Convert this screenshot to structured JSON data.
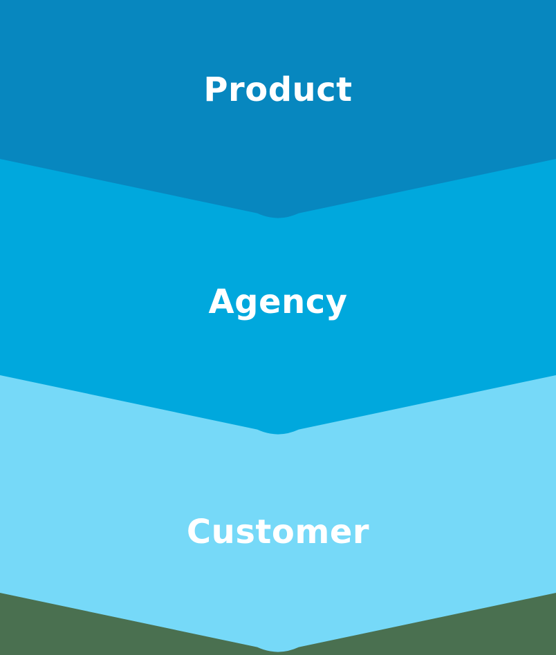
{
  "diagram": {
    "type": "stacked-chevron-funnel",
    "background_color": "#4a7050",
    "label_color": "#ffffff",
    "layers": [
      {
        "label": "Product",
        "color": "#0787bf"
      },
      {
        "label": "Agency",
        "color": "#00a8dd"
      },
      {
        "label": "Customer",
        "color": "#76d9f8"
      }
    ]
  }
}
